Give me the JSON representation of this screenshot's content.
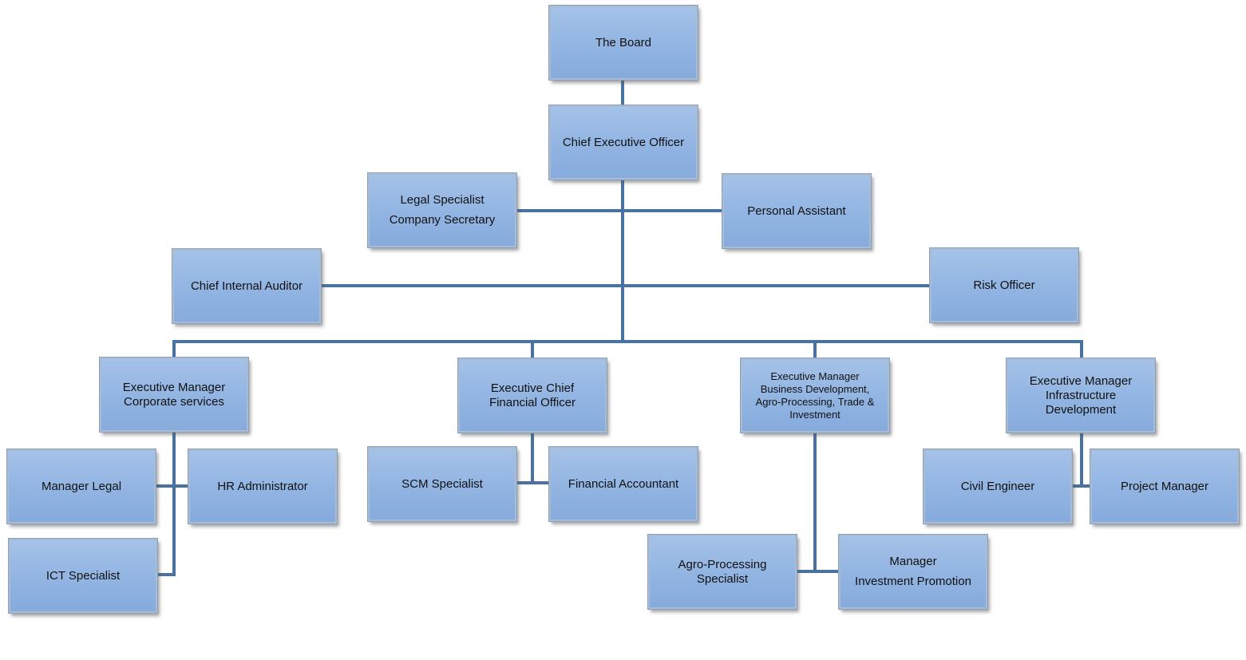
{
  "org": {
    "board": "The Board",
    "ceo": "Chief Executive Officer",
    "legal": [
      "Legal Specialist",
      "Company Secretary"
    ],
    "personal_assistant": "Personal Assistant",
    "internal_auditor": "Chief Internal Auditor",
    "risk_officer": "Risk Officer",
    "corporate": [
      "Executive Manager",
      "Corporate services"
    ],
    "cfo": "Executive Chief Financial Officer",
    "business_dev": "Executive Manager Business Development, Agro-Processing, Trade & Investment",
    "infrastructure": "Executive Manager Infrastructure Development",
    "manager_legal": "Manager Legal",
    "hr_admin": "HR Administrator",
    "ict": "ICT Specialist",
    "scm": "SCM Specialist",
    "financial_accountant": "Financial Accountant",
    "agro": "Agro-Processing Specialist",
    "investment": [
      "Manager",
      "Investment Promotion"
    ],
    "civil_engineer": "Civil Engineer",
    "project_manager": "Project Manager"
  },
  "colors": {
    "box_fill": "#91b4e2",
    "connector": "#4a72a0"
  }
}
